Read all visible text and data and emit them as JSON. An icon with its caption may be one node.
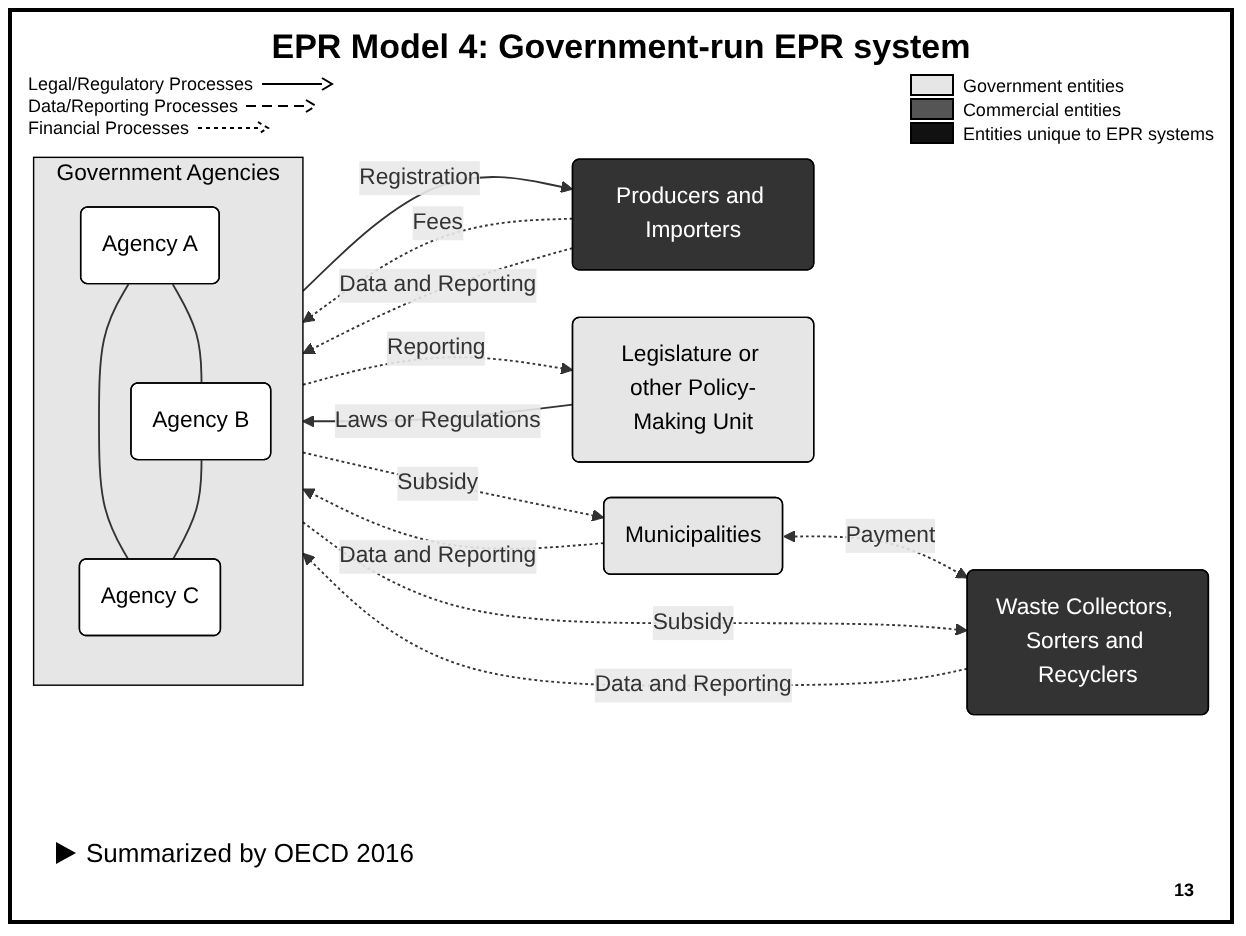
{
  "diagram": {
    "title": "EPR Model 4: Government-run EPR system",
    "caption": "Summarized by OECD 2016",
    "nodes": [
      {
        "text": [
          "Producers and Importers"
        ]
      },
      {
        "text": [
          "Legislature or other Policy-Making Unit"
        ]
      },
      {
        "text": [
          "Government Agencies"
        ]
      },
      {
        "text": [
          "Agency A"
        ],
        "in": 2
      },
      {
        "text": [
          "Agency B"
        ],
        "in": 2
      },
      {
        "text": [
          "Agency C"
        ],
        "in": 2
      },
      {
        "text": [
          "Municipalities"
        ]
      },
      {
        "text": [
          "Waste Collectors, Sorters and Recyclers"
        ]
      }
    ],
    "edges": [
      {
        "from": 2,
        "to": 0,
        "arrow": "to",
        "label": "Registration"
      },
      {
        "from": 0,
        "to": 2,
        "arrow": "to",
        "label": "Fees",
        "style": "dashed"
      },
      {
        "from": 0,
        "to": 2,
        "arrow": "to",
        "label": "Data and Reporting",
        "style": "dashed"
      },
      {
        "from": 1,
        "to": 2,
        "arrow": "to",
        "label": "Laws or Regulations"
      },
      {
        "from": 2,
        "to": 1,
        "arrow": "to",
        "label": "Reporting",
        "style": "dashed"
      },
      {
        "from": 3,
        "to": 4,
        "arrow": "none"
      },
      {
        "from": 3,
        "to": 5,
        "arrow": "none"
      },
      {
        "from": 4,
        "to": 5,
        "arrow": "none"
      },
      {
        "from": 2,
        "to": 6,
        "arrow": "to",
        "label": "Subsidy",
        "style": "dashed"
      },
      {
        "from": 6,
        "to": 2,
        "arrow": "to",
        "label": "Data and Reporting",
        "style": "dashed"
      },
      {
        "from": 6,
        "to": 7,
        "arrow": "both",
        "label": "Payment",
        "style": "dashed"
      },
      {
        "from": 2,
        "to": 7,
        "arrow": "to",
        "label": "Subsidy",
        "style": "dashed"
      },
      {
        "from": 7,
        "to": 2,
        "arrow": "to",
        "label": "Data and Reporting",
        "style": "dashed"
      }
    ],
    "labels": [
      "13"
    ],
    "legend": [
      {
        "text": "Legal/Regulatory Processes"
      },
      {
        "text": "Data/Reporting Processes"
      },
      {
        "text": "Financial Processes"
      },
      {
        "text": "Government entities",
        "color": "#e6e6e6"
      },
      {
        "text": "Commercial entities",
        "color": "#555555"
      },
      {
        "text": "Entities unique to EPR systems",
        "color": "#111111"
      }
    ]
  }
}
